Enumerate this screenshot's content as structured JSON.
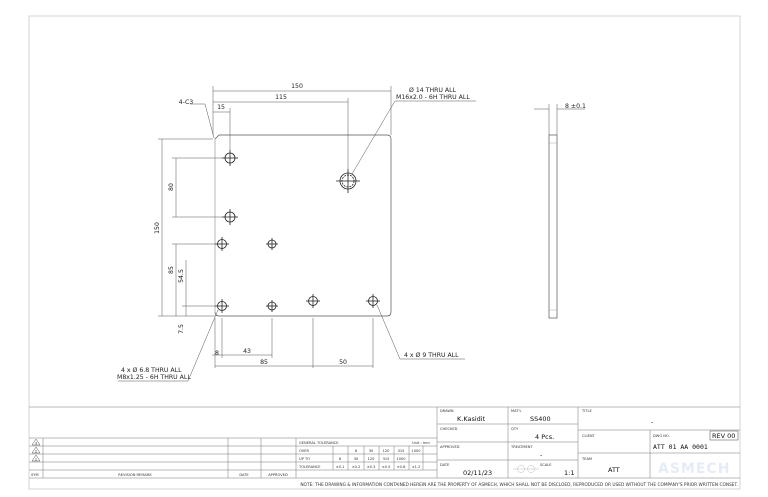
{
  "drawing": {
    "dims": {
      "width_total": "150",
      "hole_offset_x": "115",
      "edge_offset": "15",
      "chamfer": "4-C3",
      "height_total": "150",
      "vertical_80": "80",
      "vertical_85": "85",
      "vertical_54_5": "54.5",
      "vertical_7_5": "7.5",
      "bottom_8": "8",
      "bottom_43": "43",
      "bottom_85": "85",
      "bottom_50": "50",
      "thickness": "8 ±0.1"
    },
    "callouts": {
      "big_hole_line1": "Ø 14 THRU ALL",
      "big_hole_line2": "M16x2.0 - 6H THRU ALL",
      "left_holes_line1": "4 x Ø 6.8 THRU ALL",
      "left_holes_line2": "M8x1.25 - 6H THRU ALL",
      "right_holes": "4 x Ø 9 THRU ALL"
    }
  },
  "title_block": {
    "drawn_label": "DRAWN",
    "drawn_value": "K.Kasidit",
    "checked_label": "CHECKED",
    "approved_label": "APPROVED",
    "date_label": "DATE",
    "date_value": "02/11/23",
    "mat_label": "MAT'L",
    "mat_value": "SS400",
    "qty_label": "QTY",
    "qty_value": "4 Pcs.",
    "treatment_label": "TREATMENT",
    "treatment_value": "-",
    "scale_label": "SCALE",
    "scale_value": "1:1",
    "title_label": "TITLE",
    "title_value": "-",
    "client_label": "CLIENT",
    "dwg_label": "DWG NO.",
    "dwg_value": "ATT 01 AA 0001",
    "rev_value": "REV 00",
    "team_label": "TEAM",
    "team_value": "ATT",
    "logo_text": "ASMECH"
  },
  "tolerance": {
    "header": "GENERAL TOLERANCE",
    "unit": "Unit : mm",
    "over_label": "OVER",
    "upto_label": "UP TO",
    "tol_label": "TOLERANCE",
    "over": [
      "",
      "6",
      "30",
      "120",
      "315",
      "1000"
    ],
    "upto": [
      "6",
      "30",
      "120",
      "315",
      "1000",
      ""
    ],
    "tol": [
      "±0.1",
      "±0.2",
      "±0.3",
      "±0.5",
      "±0.8",
      "±1.2"
    ]
  },
  "revision": {
    "rows": [
      "3",
      "2",
      "1"
    ],
    "sym_label": "SYM",
    "remark_label": "REVISION REMARK",
    "date_label": "DATE",
    "approved_label": "APPROVED"
  },
  "note": "NOTE: THE DRAWING & INFORMATION CONTAINED HEREIN ARE THE PROPERTY OF ASMECH, WHICH SHALL NOT BE DISCLOED, REPRODUCED OR USED WITHOUT THE COMPANY'S PRIOR WRITTEN CONSET."
}
